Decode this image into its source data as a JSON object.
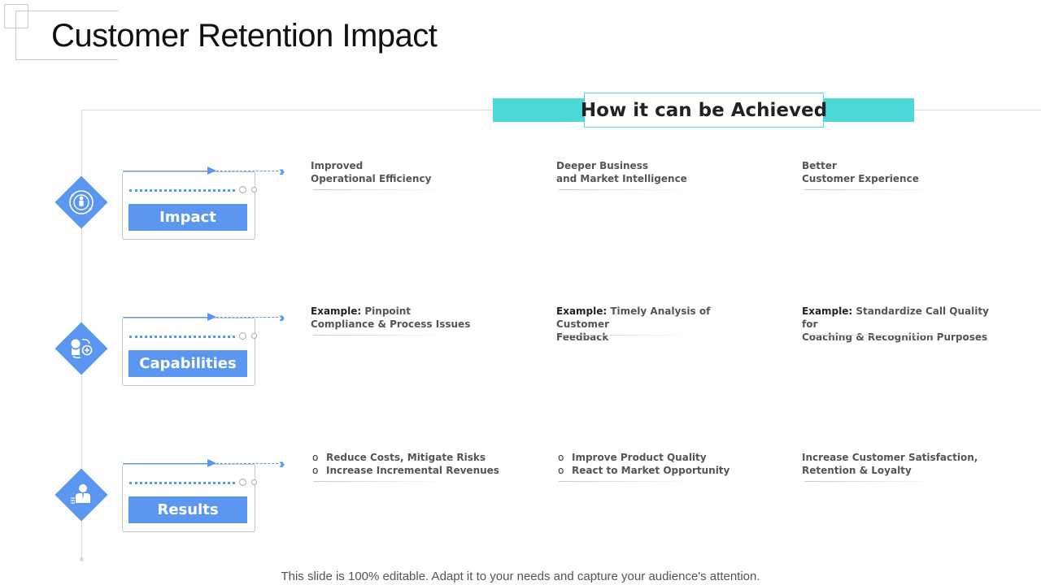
{
  "slide": {
    "title": "Customer Retention Impact",
    "banner": "How it can be Achieved",
    "footer": "This slide is 100% editable. Adapt it to your needs and capture your audience's attention."
  },
  "colors": {
    "accent": "#5b96f0",
    "banner": "#4dd8d8",
    "line": "#d9d9d9"
  },
  "rows": [
    {
      "icon": "target-user-icon",
      "label": "Impact",
      "cells": [
        {
          "lines": [
            "Improved",
            "Operational Efficiency"
          ]
        },
        {
          "lines": [
            "Deeper Business",
            "and Market Intelligence"
          ]
        },
        {
          "lines": [
            "Better",
            "Customer Experience"
          ]
        }
      ]
    },
    {
      "icon": "brain-exchange-icon",
      "label": "Capabilities",
      "cells": [
        {
          "prefix": "Example:",
          "lines": [
            " Pinpoint",
            "Compliance & Process Issues"
          ]
        },
        {
          "prefix": "Example:",
          "lines": [
            " Timely Analysis of Customer",
            "Feedback"
          ]
        },
        {
          "prefix": "Example:",
          "lines": [
            " Standardize Call Quality for",
            "Coaching & Recognition Purposes"
          ]
        }
      ]
    },
    {
      "icon": "businessman-icon",
      "label": "Results",
      "cells": [
        {
          "bullets": [
            "Reduce Costs, Mitigate Risks",
            "Increase Incremental Revenues"
          ]
        },
        {
          "bullets": [
            "Improve Product Quality",
            "React to Market Opportunity"
          ]
        },
        {
          "lines": [
            "Increase Customer Satisfaction,",
            "Retention & Loyalty"
          ]
        }
      ]
    }
  ]
}
